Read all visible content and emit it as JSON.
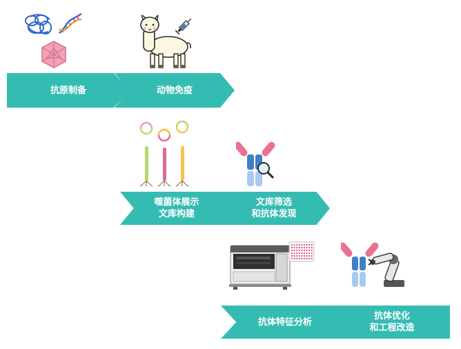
{
  "steps": [
    {
      "label": "抗原制备"
    },
    {
      "label": "动物免疫"
    },
    {
      "label": "噬菌体展示",
      "label2": "文库构建"
    },
    {
      "label": "文库筛选",
      "label2": "和抗体发现"
    },
    {
      "label": "抗体特征分析"
    },
    {
      "label": "抗体优化",
      "label2": "和工程改造"
    }
  ],
  "colors": {
    "step_fill": "#35bcb2",
    "antibody_pink": "#e9728f",
    "antibody_blue": "#3f7fc6",
    "antibody_light_blue": "#a9c9ee",
    "virus_pink": "#f2a2b6",
    "dna_blue": "#2f6fd1",
    "phage_green": "#b5d96f",
    "phage_pink": "#e06a98",
    "phage_yellow": "#f4c54f",
    "plate_dots": "#e2447a"
  },
  "icons": [
    "protein-coil-icon",
    "dna-helix-icon",
    "virus-icon",
    "alpaca-icon",
    "syringe-icon",
    "phage-icon",
    "antibody-magnifier-icon",
    "lab-instrument-icon",
    "well-plate-icon",
    "antibody-robot-arm-icon"
  ]
}
